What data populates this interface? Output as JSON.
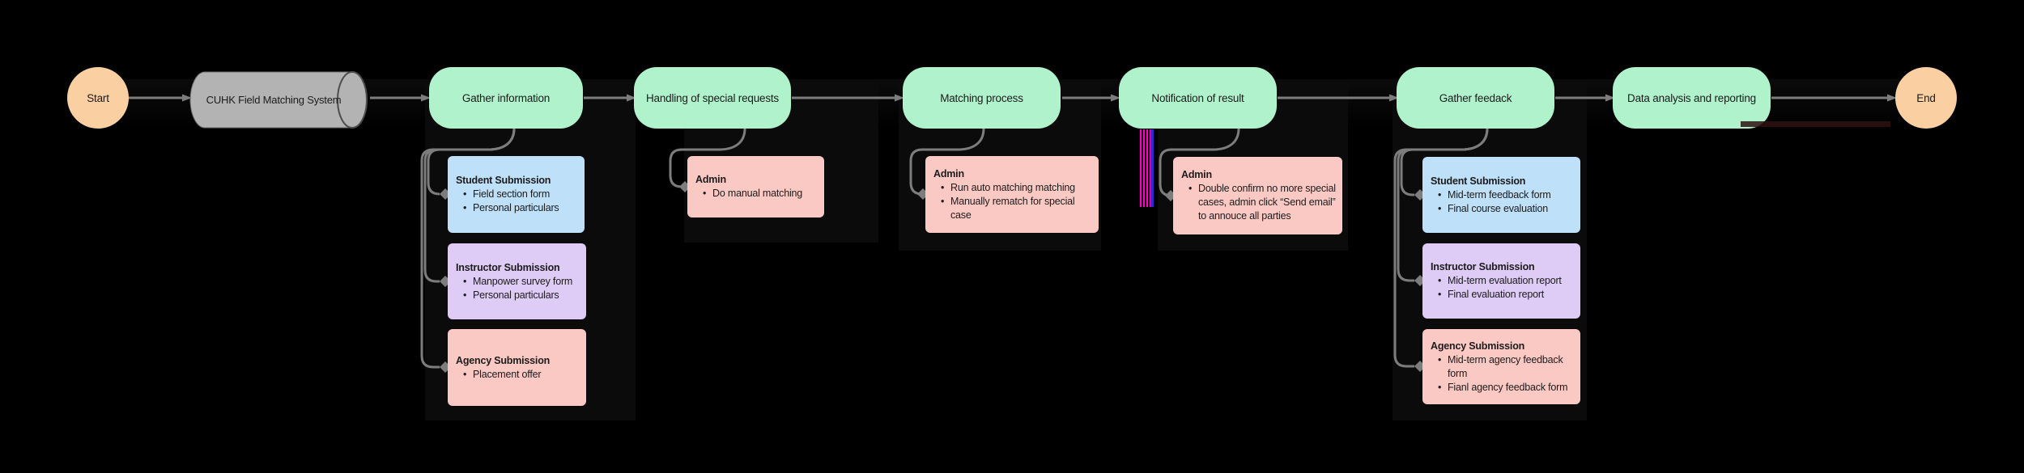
{
  "colors": {
    "background": "#000000",
    "node_green": "#AFF2CC",
    "node_orange": "#FACFA1",
    "node_gray": "#B3B3B3",
    "box_blue": "#BEE0F8",
    "box_purple": "#DECBF6",
    "box_pink": "#FBC9C4",
    "edge_gray": "#7D7D7D",
    "text_dark": "#1C1C1C",
    "artifact_magenta": "#FF00C8"
  },
  "diagram": {
    "start": {
      "label": "Start"
    },
    "system": {
      "label": "CUHK Field Matching System"
    },
    "stages": [
      {
        "label": "Gather information"
      },
      {
        "label": "Handling of special requests"
      },
      {
        "label": "Matching process"
      },
      {
        "label": "Notification of result"
      },
      {
        "label": "Gather feedack"
      },
      {
        "label": "Data analysis and reporting"
      }
    ],
    "end": {
      "label": "End"
    },
    "main_flow": [
      "Start",
      "CUHK Field Matching System",
      "Gather information",
      "Handling of special requests",
      "Matching process",
      "Notification of result",
      "Gather feedack",
      "Data analysis and reporting",
      "End"
    ],
    "boxes": [
      {
        "stage": "Gather information",
        "type": "student",
        "title": "Student Submission",
        "items": [
          "Field section form",
          "Personal particulars"
        ]
      },
      {
        "stage": "Gather information",
        "type": "instructor",
        "title": "Instructor Submission",
        "items": [
          "Manpower survey form",
          "Personal particulars"
        ]
      },
      {
        "stage": "Gather information",
        "type": "agency",
        "title": "Agency Submission",
        "items": [
          "Placement offer"
        ]
      },
      {
        "stage": "Handling of special requests",
        "type": "admin",
        "title": "Admin",
        "items": [
          "Do manual matching"
        ]
      },
      {
        "stage": "Matching process",
        "type": "admin",
        "title": "Admin",
        "items": [
          "Run auto matching matching",
          "Manually rematch for special case"
        ]
      },
      {
        "stage": "Notification of result",
        "type": "admin",
        "title": "Admin",
        "items": [
          "Double confirm no more special cases, admin click “Send email” to annouce all parties"
        ]
      },
      {
        "stage": "Gather feedack",
        "type": "student",
        "title": "Student Submission",
        "items": [
          "Mid-term feedback form",
          "Final course evaluation"
        ]
      },
      {
        "stage": "Gather feedack",
        "type": "instructor",
        "title": "Instructor Submission",
        "items": [
          "Mid-term evaluation report",
          "Final evaluation report"
        ]
      },
      {
        "stage": "Gather feedack",
        "type": "agency",
        "title": "Agency Submission",
        "items": [
          "Mid-term agency feedback form",
          "Fianl agency feedback form"
        ]
      }
    ]
  }
}
